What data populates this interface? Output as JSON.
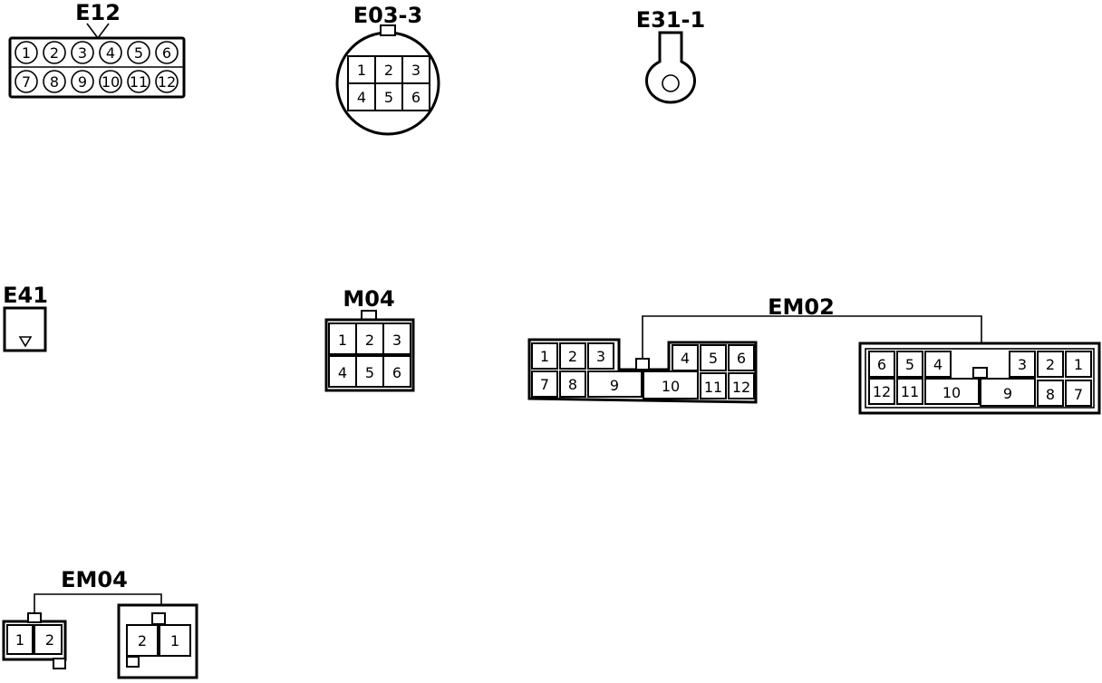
{
  "connectors": {
    "e12": {
      "label": "E12",
      "row1": [
        "1",
        "2",
        "3",
        "4",
        "5",
        "6"
      ],
      "row2": [
        "7",
        "8",
        "9",
        "10",
        "11",
        "12"
      ]
    },
    "e03_3": {
      "label": "E03-3",
      "row1": [
        "1",
        "2",
        "3"
      ],
      "row2": [
        "4",
        "5",
        "6"
      ]
    },
    "e31_1": {
      "label": "E31-1"
    },
    "e41": {
      "label": "E41"
    },
    "m04": {
      "label": "M04",
      "row1": [
        "1",
        "2",
        "3"
      ],
      "row2": [
        "4",
        "5",
        "6"
      ]
    },
    "em02": {
      "label": "EM02",
      "left": {
        "row1a": [
          "1",
          "2",
          "3"
        ],
        "row1b": [
          "4",
          "5",
          "6"
        ],
        "row2": [
          "7",
          "8",
          "9",
          "10",
          "11",
          "12"
        ]
      },
      "right": {
        "row1a": [
          "6",
          "5",
          "4"
        ],
        "row1b": [
          "3",
          "2",
          "1"
        ],
        "row2": [
          "12",
          "11",
          "10",
          "9",
          "8",
          "7"
        ]
      }
    },
    "em04": {
      "label": "EM04",
      "left": [
        "1",
        "2"
      ],
      "right": [
        "2",
        "1"
      ]
    }
  }
}
